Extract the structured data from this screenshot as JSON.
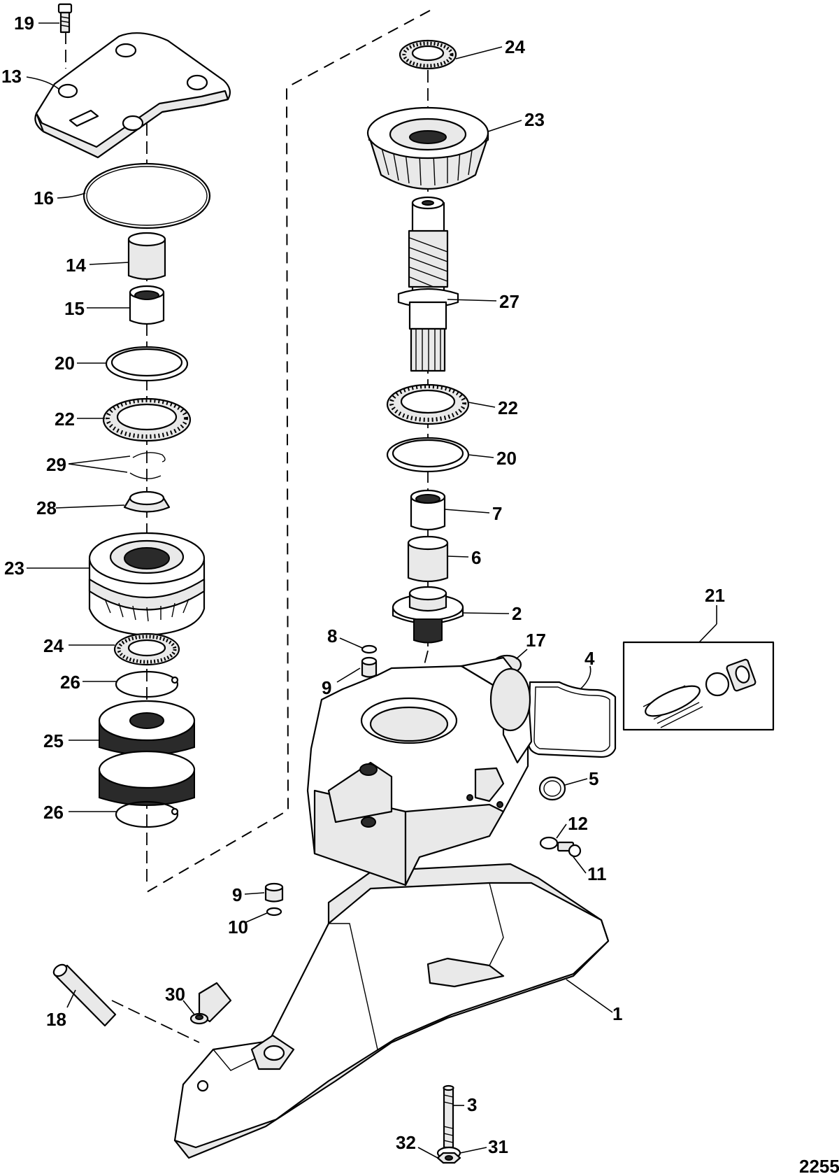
{
  "figure_number": "2255",
  "callouts": [
    {
      "id": "c19",
      "label": "19"
    },
    {
      "id": "c13",
      "label": "13"
    },
    {
      "id": "c16",
      "label": "16"
    },
    {
      "id": "c14",
      "label": "14"
    },
    {
      "id": "c15",
      "label": "15"
    },
    {
      "id": "c20a",
      "label": "20"
    },
    {
      "id": "c22a",
      "label": "22"
    },
    {
      "id": "c29",
      "label": "29"
    },
    {
      "id": "c28",
      "label": "28"
    },
    {
      "id": "c23a",
      "label": "23"
    },
    {
      "id": "c24a",
      "label": "24"
    },
    {
      "id": "c26a",
      "label": "26"
    },
    {
      "id": "c25",
      "label": "25"
    },
    {
      "id": "c26b",
      "label": "26"
    },
    {
      "id": "c24b",
      "label": "24"
    },
    {
      "id": "c23b",
      "label": "23"
    },
    {
      "id": "c27",
      "label": "27"
    },
    {
      "id": "c22b",
      "label": "22"
    },
    {
      "id": "c20b",
      "label": "20"
    },
    {
      "id": "c7",
      "label": "7"
    },
    {
      "id": "c6",
      "label": "6"
    },
    {
      "id": "c2",
      "label": "2"
    },
    {
      "id": "c21",
      "label": "21"
    },
    {
      "id": "c8",
      "label": "8"
    },
    {
      "id": "c9a",
      "label": "9"
    },
    {
      "id": "c17",
      "label": "17"
    },
    {
      "id": "c4",
      "label": "4"
    },
    {
      "id": "c5",
      "label": "5"
    },
    {
      "id": "c12",
      "label": "12"
    },
    {
      "id": "c11",
      "label": "11"
    },
    {
      "id": "c9b",
      "label": "9"
    },
    {
      "id": "c10",
      "label": "10"
    },
    {
      "id": "c30",
      "label": "30"
    },
    {
      "id": "c18",
      "label": "18"
    },
    {
      "id": "c1",
      "label": "1"
    },
    {
      "id": "c3",
      "label": "3"
    },
    {
      "id": "c32",
      "label": "32"
    },
    {
      "id": "c31",
      "label": "31"
    }
  ]
}
